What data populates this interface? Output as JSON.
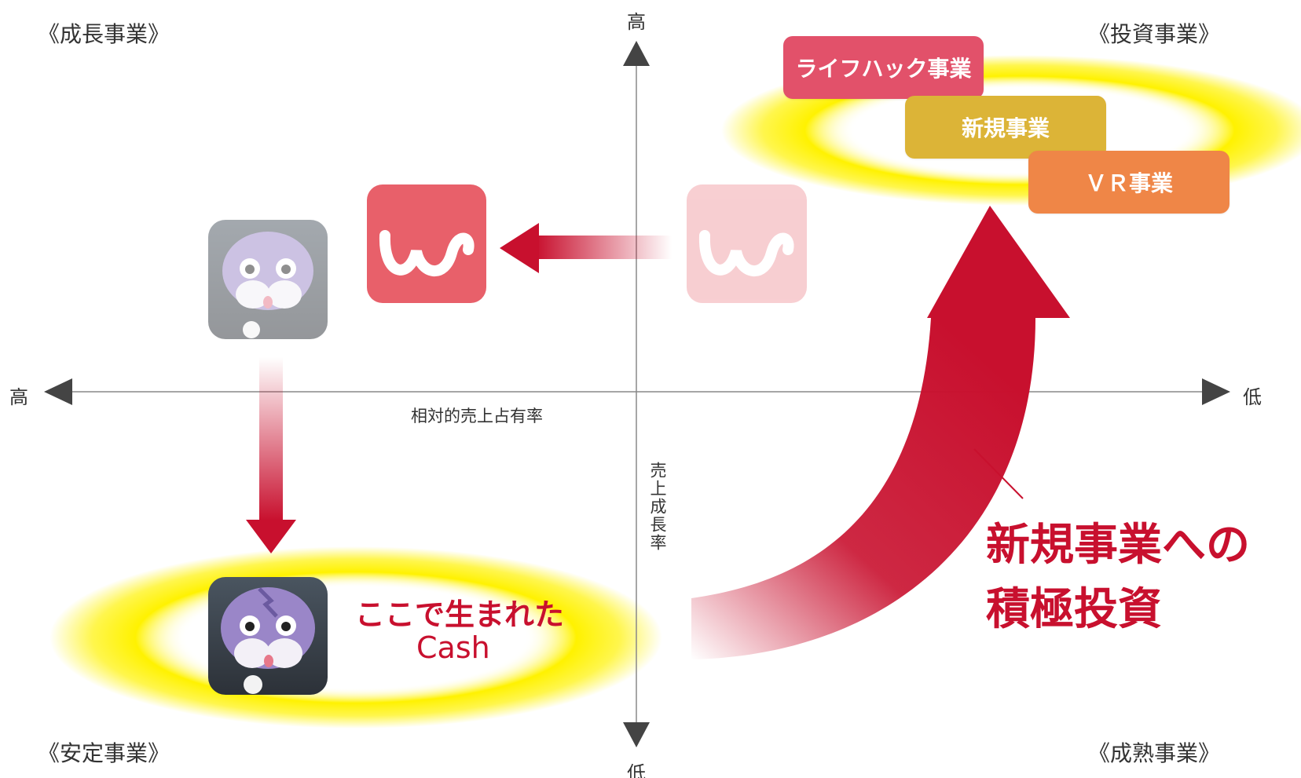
{
  "quadrants": {
    "top_left": "《成長事業》",
    "top_right": "《投資事業》",
    "bottom_left": "《安定事業》",
    "bottom_right": "《成熟事業》"
  },
  "axes": {
    "v_top": "高",
    "v_bottom": "低",
    "h_left": "高",
    "h_right": "低",
    "h_label": "相対的売上占有率",
    "v_label": "売上成長率"
  },
  "businesses": [
    {
      "label": "ライフハック事業",
      "color": "#e2516a"
    },
    {
      "label": "新規事業",
      "color": "#dcb437"
    },
    {
      "label": "ＶＲ事業",
      "color": "#ef8647"
    }
  ],
  "cash": {
    "title": "ここで生まれた",
    "subtitle": "Cash"
  },
  "investment": {
    "line1": "新規事業への",
    "line2": "積極投資"
  },
  "colors": {
    "accent_red": "#c8102e",
    "halo_yellow": "#fff200",
    "app_w": "#e8606a",
    "app_character": "#9a86c8"
  },
  "icons": [
    "w-app-icon",
    "character-app-icon"
  ]
}
